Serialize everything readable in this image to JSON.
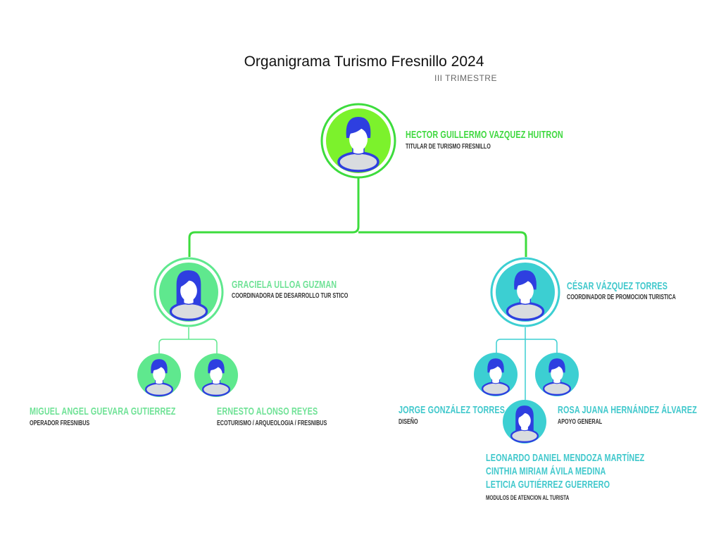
{
  "title": "Organigrama Turismo Fresnillo 2024",
  "subtitle": "III TRIMESTRE",
  "colors": {
    "lime": "#7cf22c",
    "green": "#3ddc3d",
    "mint": "#5fe88e",
    "teal": "#3ccfd2",
    "blue": "#2e3fe0",
    "body": "#d9dcdf"
  },
  "head": {
    "name": "HECTOR GUILLERMO VAZQUEZ HUITRON",
    "role": "TITULAR DE TURISMO FRESNILLO"
  },
  "left": {
    "name": "GRACIELA ULLOA GUZMAN",
    "role": "COORDINADORA DE DESARROLLO TUR  STICO",
    "staff": [
      {
        "name": "MIGUEL ANGEL GUEVARA GUTIERREZ",
        "role": "OPERADOR FRESNIBUS"
      },
      {
        "name": "ERNESTO ALONSO REYES",
        "role": "ECOTURISMO / ARQUEOLOGIA / FRESNIBUS"
      }
    ]
  },
  "right": {
    "name": "CÉSAR VÁZQUEZ TORRES",
    "role": "COORDINADOR DE PROMOCION TURISTICA",
    "staff": [
      {
        "name": "JORGE GONZÁLEZ TORRES",
        "role": "DISEÑO"
      },
      {
        "name": "ROSA JUANA HERNÁNDEZ ÁLVAREZ",
        "role": "APOYO GENERAL"
      }
    ],
    "modules": {
      "names": [
        "LEONARDO DANIEL MENDOZA MARTÍNEZ",
        "CINTHIA MIRIAM ÁVILA MEDINA",
        "LETICIA GUTIÉRREZ GUERRERO"
      ],
      "role": "MODULOS DE ATENCION AL TURISTA"
    }
  }
}
